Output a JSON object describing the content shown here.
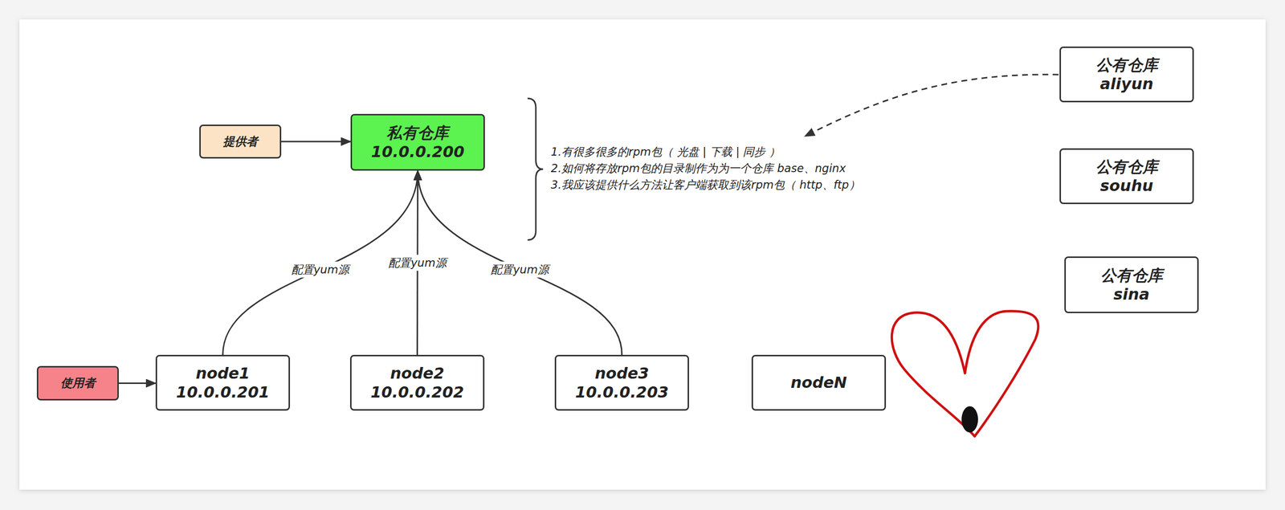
{
  "diagram": {
    "nodes": [
      {
        "text": [
          "提供者"
        ]
      },
      {
        "text": [
          "私有仓库 10.0.0.200"
        ]
      },
      {
        "text": [
          "公有仓库 aliyun"
        ]
      },
      {
        "text": [
          "公有仓库 souhu"
        ]
      },
      {
        "text": [
          "公有仓库 sina"
        ]
      },
      {
        "text": [
          "使用者"
        ]
      },
      {
        "text": [
          "node1 10.0.0.201"
        ]
      },
      {
        "text": [
          "node2 10.0.0.202"
        ]
      },
      {
        "text": [
          "node3 10.0.0.203"
        ]
      },
      {
        "text": [
          "nodeN"
        ]
      }
    ],
    "edges": [
      {
        "from": 0,
        "to": 1,
        "arrow": "to"
      },
      {
        "from": 6,
        "to": 1,
        "label": "配置yum源",
        "arrow": "to"
      },
      {
        "from": 7,
        "to": 1,
        "label": "配置yum源",
        "arrow": "to"
      },
      {
        "from": 8,
        "to": 1,
        "label": "配置yum源",
        "arrow": "to"
      },
      {
        "from": 5,
        "to": 6,
        "arrow": "to"
      }
    ],
    "labels": [
      "1.有很多很多的rpm包（ 光盘 | 下载 | 同步 ）",
      "2.如何将存放rpm包的目录制作为为一个仓库 base、nginx",
      "3.我应该提供什么方法让客户端获取到该rpm包（ http、ftp）"
    ]
  }
}
